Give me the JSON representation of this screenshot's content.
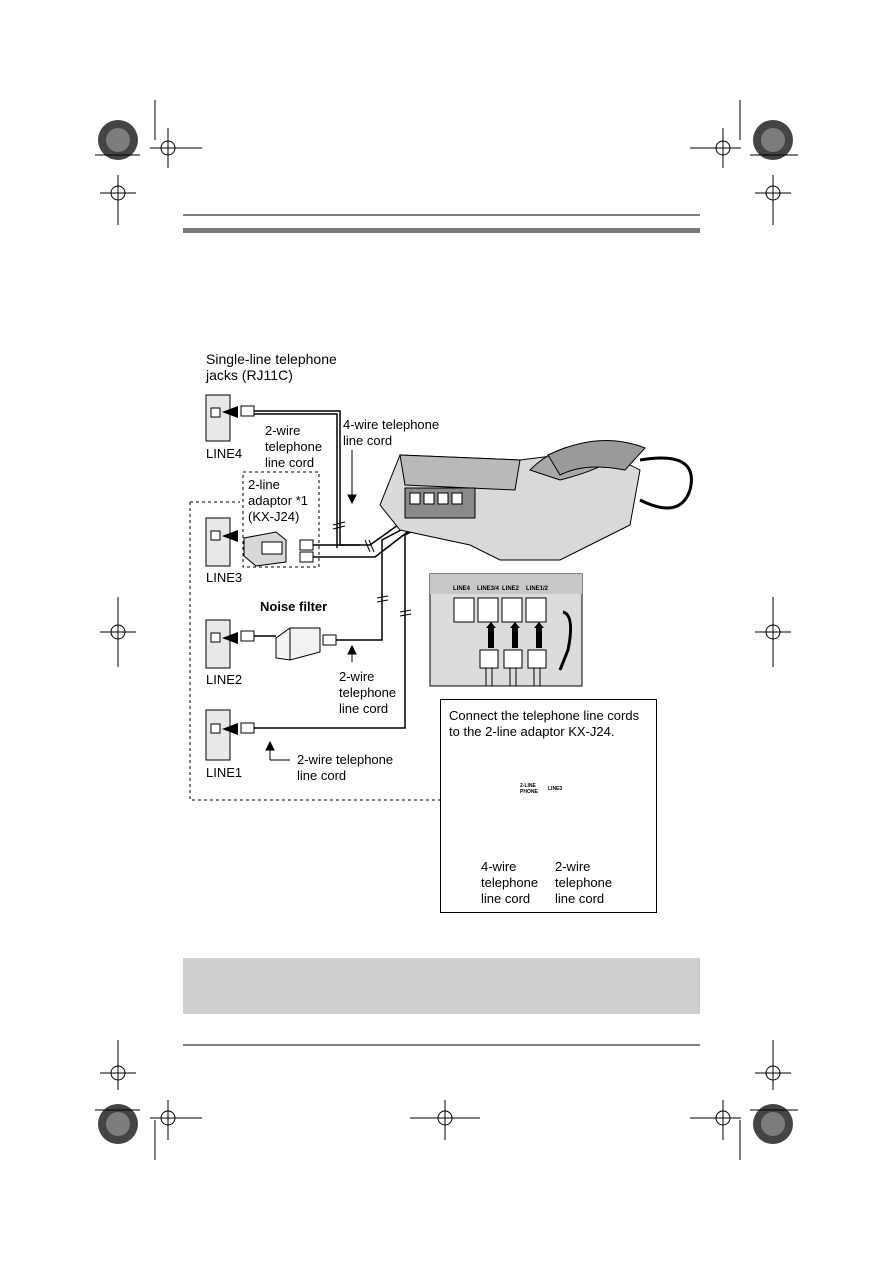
{
  "diagram": {
    "jacks_heading": "Single-line telephone\njacks (RJ11C)",
    "lines": {
      "line4": "LINE4",
      "line3": "LINE3",
      "line2": "LINE2",
      "line1": "LINE1"
    },
    "cords": {
      "two_wire_line4": "2-wire\ntelephone\nline cord",
      "four_wire_top": "4-wire telephone\nline cord",
      "two_wire_line2": "2-wire\ntelephone\nline cord",
      "two_wire_line1": "2-wire telephone\nline cord"
    },
    "adaptor_label": "2-line\nadaptor *1\n(KX-J24)",
    "noise_filter": "Noise filter",
    "unit_jacks": [
      "LINE4",
      "LINE3/4",
      "LINE2",
      "LINE1/2"
    ],
    "inset": {
      "instruction": "Connect the telephone line cords\nto the 2-line adaptor KX-J24.",
      "adaptor_ports": [
        "2-LINE\nPHONE",
        "LINE3"
      ],
      "cord_left": "4-wire\ntelephone\nline cord",
      "cord_right": "2-wire\ntelephone\nline cord"
    }
  },
  "colors": {
    "rule": "#000000",
    "gray_bar": "#cfcfcf",
    "device_fill": "#d9d9d9",
    "device_dark": "#8a8a8a"
  }
}
